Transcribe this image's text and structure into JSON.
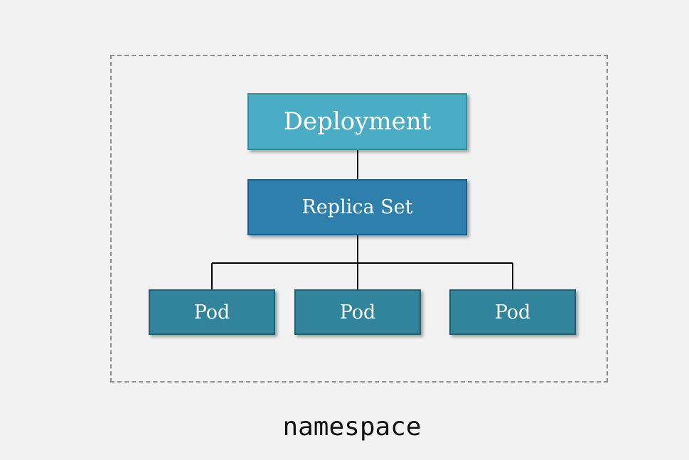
{
  "colors": {
    "background": "#f2f2f2",
    "namespace_border": "#8c8c8c",
    "deployment_fill": "#4bacc6",
    "replicaset_fill": "#2e7fab",
    "pod_fill": "#31849b",
    "connector": "#000000"
  },
  "diagram": {
    "deployment": {
      "label": "Deployment"
    },
    "replica_set": {
      "label": "Replica Set"
    },
    "pods": [
      {
        "label": "Pod"
      },
      {
        "label": "Pod"
      },
      {
        "label": "Pod"
      }
    ],
    "namespace_label": "namespace"
  }
}
